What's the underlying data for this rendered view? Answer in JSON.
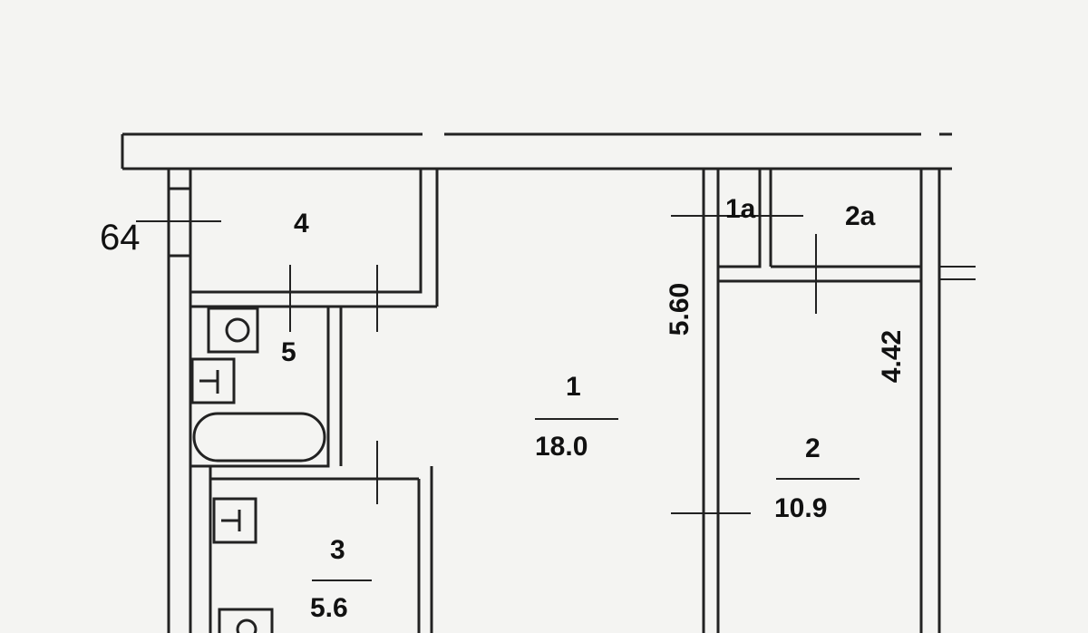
{
  "plan": {
    "side_mark": "64",
    "rooms": [
      {
        "id": "room-4",
        "number": "4"
      },
      {
        "id": "room-5",
        "number": "5"
      },
      {
        "id": "room-3",
        "number": "3",
        "area": "5.6"
      },
      {
        "id": "room-1",
        "number": "1",
        "area": "18.0"
      },
      {
        "id": "room-1a",
        "number": "1a"
      },
      {
        "id": "room-2a",
        "number": "2a"
      },
      {
        "id": "room-2",
        "number": "2",
        "area": "10.9"
      }
    ],
    "dimensions": {
      "room1_length": "5.60",
      "room2_length": "4.42"
    }
  }
}
